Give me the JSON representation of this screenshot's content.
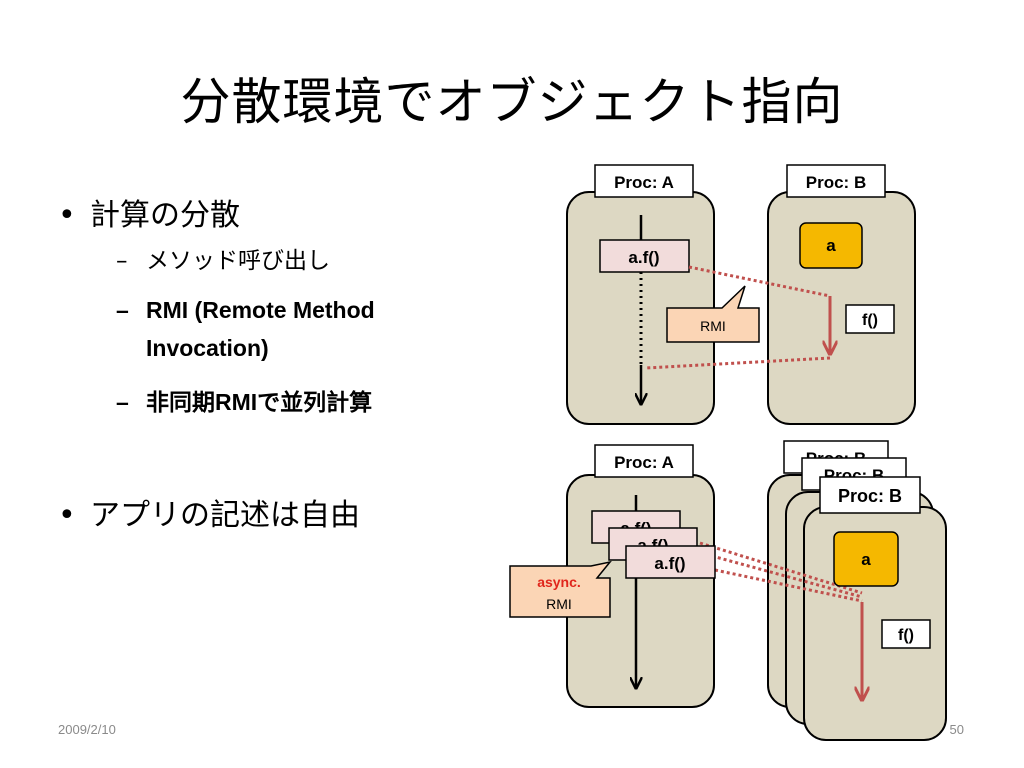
{
  "slide": {
    "title": "分散環境でオブジェクト指向",
    "bullets": [
      {
        "text": "計算の分散",
        "sub": [
          "メソッド呼び出し",
          "RMI (Remote Method",
          "Invocation)",
          "非同期RMIで並列計算"
        ]
      },
      {
        "text": "アプリの記述は自由"
      }
    ],
    "footer": {
      "date": "2009/2/10",
      "page": "50"
    }
  },
  "diagram": {
    "top": {
      "proc_a": "Proc: A",
      "proc_b": "Proc: B",
      "call": "a.f()",
      "object": "a",
      "method": "f()",
      "callout": "RMI"
    },
    "bottom": {
      "proc_a": "Proc: A",
      "proc_b_back_1": "Proc: B",
      "proc_b_back_2": "Proc: B",
      "proc_b": "Proc: B",
      "calls": [
        "a.f()",
        "a.f()",
        "a.f()"
      ],
      "object": "a",
      "method": "f()",
      "callout_line1": "async.",
      "callout_line2": "RMI"
    },
    "colors": {
      "process_fill": "#ddd8c3",
      "object_fill": "#f5b800",
      "call_fill": "#f2dcdb",
      "callout_fill": "#fbd5b5",
      "rmi_arrow": "#c0504d",
      "async_text": "#e0261c"
    }
  }
}
